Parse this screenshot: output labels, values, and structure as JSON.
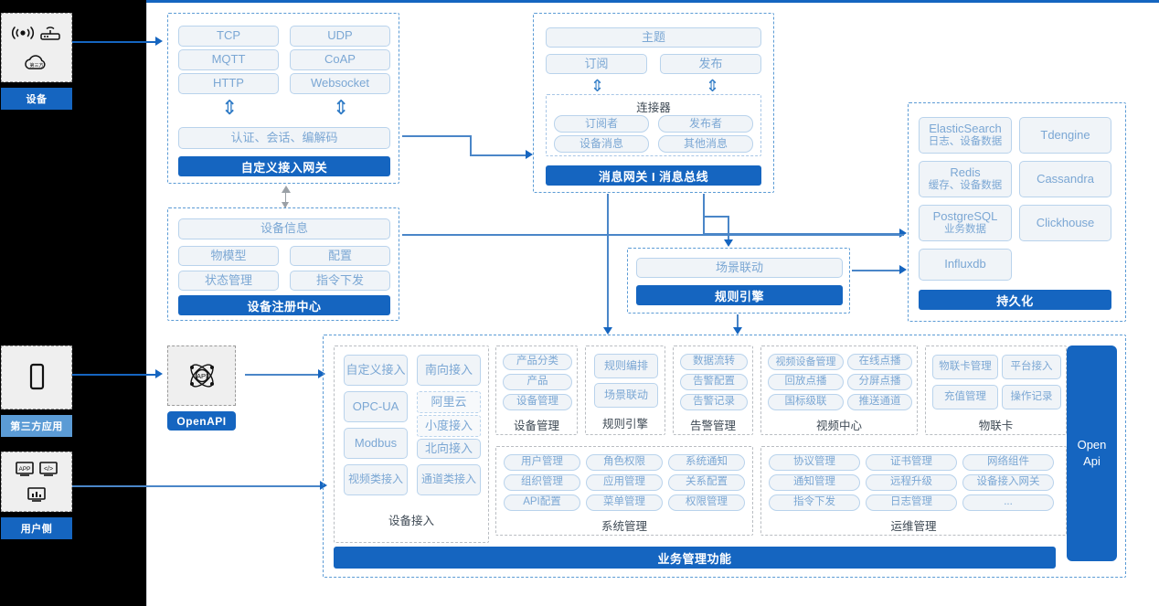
{
  "meta": {
    "title": "IoT Platform Architecture Diagram"
  },
  "colors": {
    "accent": "#1565c0",
    "accent_light": "#5b9bd5",
    "chip_text": "#7ba7d4",
    "chip_bg": "#f0f4f8",
    "chip_border": "#b9d3ec",
    "rail_bg": "#000000",
    "dashed_blue": "#5b9bd5",
    "dashed_grey": "#b9bdc2"
  },
  "actors": [
    {
      "id": "device",
      "label": "设备",
      "label_style": "solid",
      "icons": [
        "wifi-signal-icon",
        "router-icon",
        "cloud-icon"
      ]
    },
    {
      "id": "third-party-app",
      "label": "第三方应用",
      "label_style": "light",
      "icons": [
        "mobile-phone-icon"
      ]
    },
    {
      "id": "user-side",
      "label": "用户侧",
      "label_style": "solid",
      "icons": [
        "app-monitor-icon",
        "code-monitor-icon",
        "chart-monitor-icon"
      ]
    }
  ],
  "openapi_entry": {
    "icon": "api-atom-icon",
    "label": "OpenAPI"
  },
  "access_gateway": {
    "name": "自定义接入网关",
    "protocols_left": [
      "TCP",
      "MQTT",
      "HTTP"
    ],
    "protocols_right": [
      "UDP",
      "CoAP",
      "Websocket"
    ],
    "middle": "认证、会话、编解码",
    "footer": "自定义接入网关"
  },
  "message_gateway": {
    "topic": "主题",
    "subscribe": "订阅",
    "publish": "发布",
    "connector": {
      "title": "连接器",
      "items": [
        "订阅者",
        "发布者",
        "设备消息",
        "其他消息"
      ]
    },
    "footer": "消息网关 I 消息总线"
  },
  "device_registry": {
    "info": "设备信息",
    "items": [
      "物模型",
      "配置",
      "状态管理",
      "指令下发"
    ],
    "footer": "设备注册中心"
  },
  "rule_engine_block": {
    "scene": "场景联动",
    "footer": "规则引擎"
  },
  "persistence": {
    "stores_left": [
      {
        "name": "ElasticSearch",
        "sub": "日志、设备数据"
      },
      {
        "name": "Redis",
        "sub": "缓存、设备数据"
      },
      {
        "name": "PostgreSQL",
        "sub": "业务数据"
      },
      {
        "name": "Influxdb",
        "sub": ""
      }
    ],
    "stores_right": [
      "Tdengine",
      "Cassandra",
      "Clickhouse"
    ],
    "footer": "持久化"
  },
  "business": {
    "footer": "业务管理功能",
    "side_bar": "Open\nApi",
    "side_bar_line1": "Open",
    "side_bar_line2": "Api",
    "device_access": {
      "title": "设备接入",
      "rows": [
        {
          "left": "自定义接入",
          "right": "南向接入",
          "left_dashed": false,
          "right_dashed": false
        },
        {
          "left": "OPC-UA",
          "right": "阿里云",
          "left_dashed": false,
          "right_dashed": true
        },
        {
          "left": "Modbus",
          "right_mid": "小度接入",
          "right": "北向接入",
          "right_mid_dashed": true
        },
        {
          "left": "视频类接入",
          "right": "通道类接入"
        }
      ]
    },
    "groups": [
      {
        "id": "device-management",
        "title": "设备管理",
        "items": [
          "产品分类",
          "产品",
          "设备管理"
        ],
        "cols": 1
      },
      {
        "id": "rule-engine",
        "title": "规则引擎",
        "items": [
          "规则编排",
          "场景联动"
        ],
        "cols": 1
      },
      {
        "id": "alarm-management",
        "title": "告警管理",
        "items": [
          "数据流转",
          "告警配置",
          "告警记录"
        ],
        "cols": 1
      },
      {
        "id": "video-center",
        "title": "视频中心",
        "items": [
          "视频设备管理",
          "在线点播",
          "回放点播",
          "分屏点播",
          "国标级联",
          "推送通道"
        ],
        "cols": 2
      },
      {
        "id": "iot-card",
        "title": "物联卡",
        "items": [
          "物联卡管理",
          "平台接入",
          "充值管理",
          "操作记录"
        ],
        "cols": 2
      },
      {
        "id": "system-management",
        "title": "系统管理",
        "items": [
          "用户管理",
          "角色权限",
          "系统通知",
          "组织管理",
          "应用管理",
          "关系配置",
          "API配置",
          "菜单管理",
          "权限管理"
        ],
        "cols": 3
      },
      {
        "id": "ops-management",
        "title": "运维管理",
        "items": [
          "协议管理",
          "证书管理",
          "网络组件",
          "通知管理",
          "远程升级",
          "设备接入网关",
          "指令下发",
          "日志管理",
          "..."
        ],
        "cols": 3
      }
    ]
  }
}
